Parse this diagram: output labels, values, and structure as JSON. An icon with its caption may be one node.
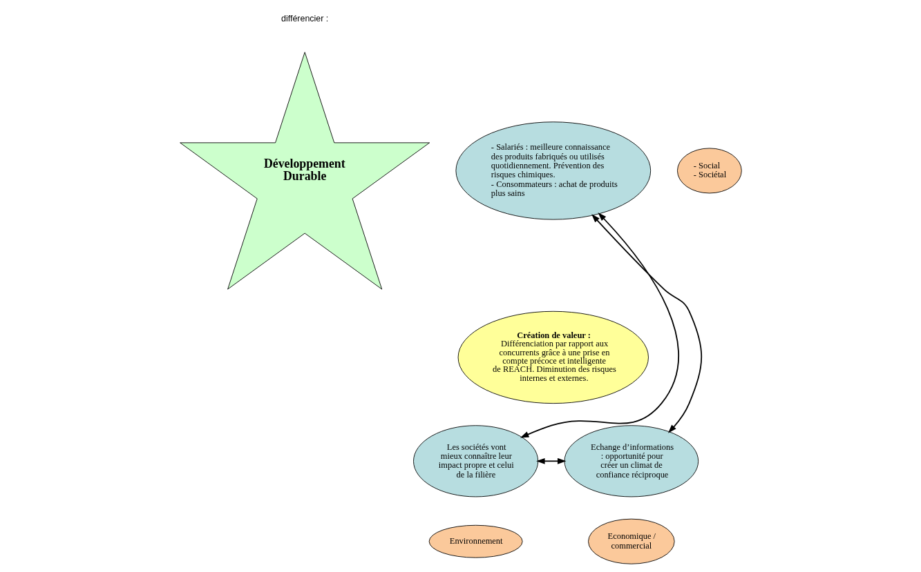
{
  "diagram": {
    "nodes": [
      {
        "text": [
          "Développement Durable"
        ]
      },
      {
        "text": [
          "- Salariés : meilleure connaissance des produits fabriqués ou utilisés quotidiennement. Prévention des risques chimiques.",
          "- Consommateurs : achat de produits plus sains"
        ]
      },
      {
        "text": [
          "- Social",
          "- Sociétal"
        ]
      },
      {
        "text": [
          "Création de valeur :",
          "Différenciation par rapport aux concurrents grâce à une prise en compte précoce et intelligente de REACH. Diminution des risques internes et externes."
        ]
      },
      {
        "text": [
          "Les sociétés vont mieux connaître leur impact propre et celui de la filière"
        ]
      },
      {
        "text": [
          "Environnement"
        ]
      },
      {
        "text": [
          "Echange d’informations : opportunité pour créer un climat de confiance réciproque"
        ]
      },
      {
        "text": [
          "Economique / commercial"
        ]
      }
    ],
    "edges": [
      {
        "from": 1,
        "to": 4,
        "arrow": "both"
      },
      {
        "from": 1,
        "to": 6,
        "arrow": "both"
      },
      {
        "from": 4,
        "to": 6,
        "arrow": "both"
      }
    ],
    "labels": [
      "différencier :"
    ]
  }
}
